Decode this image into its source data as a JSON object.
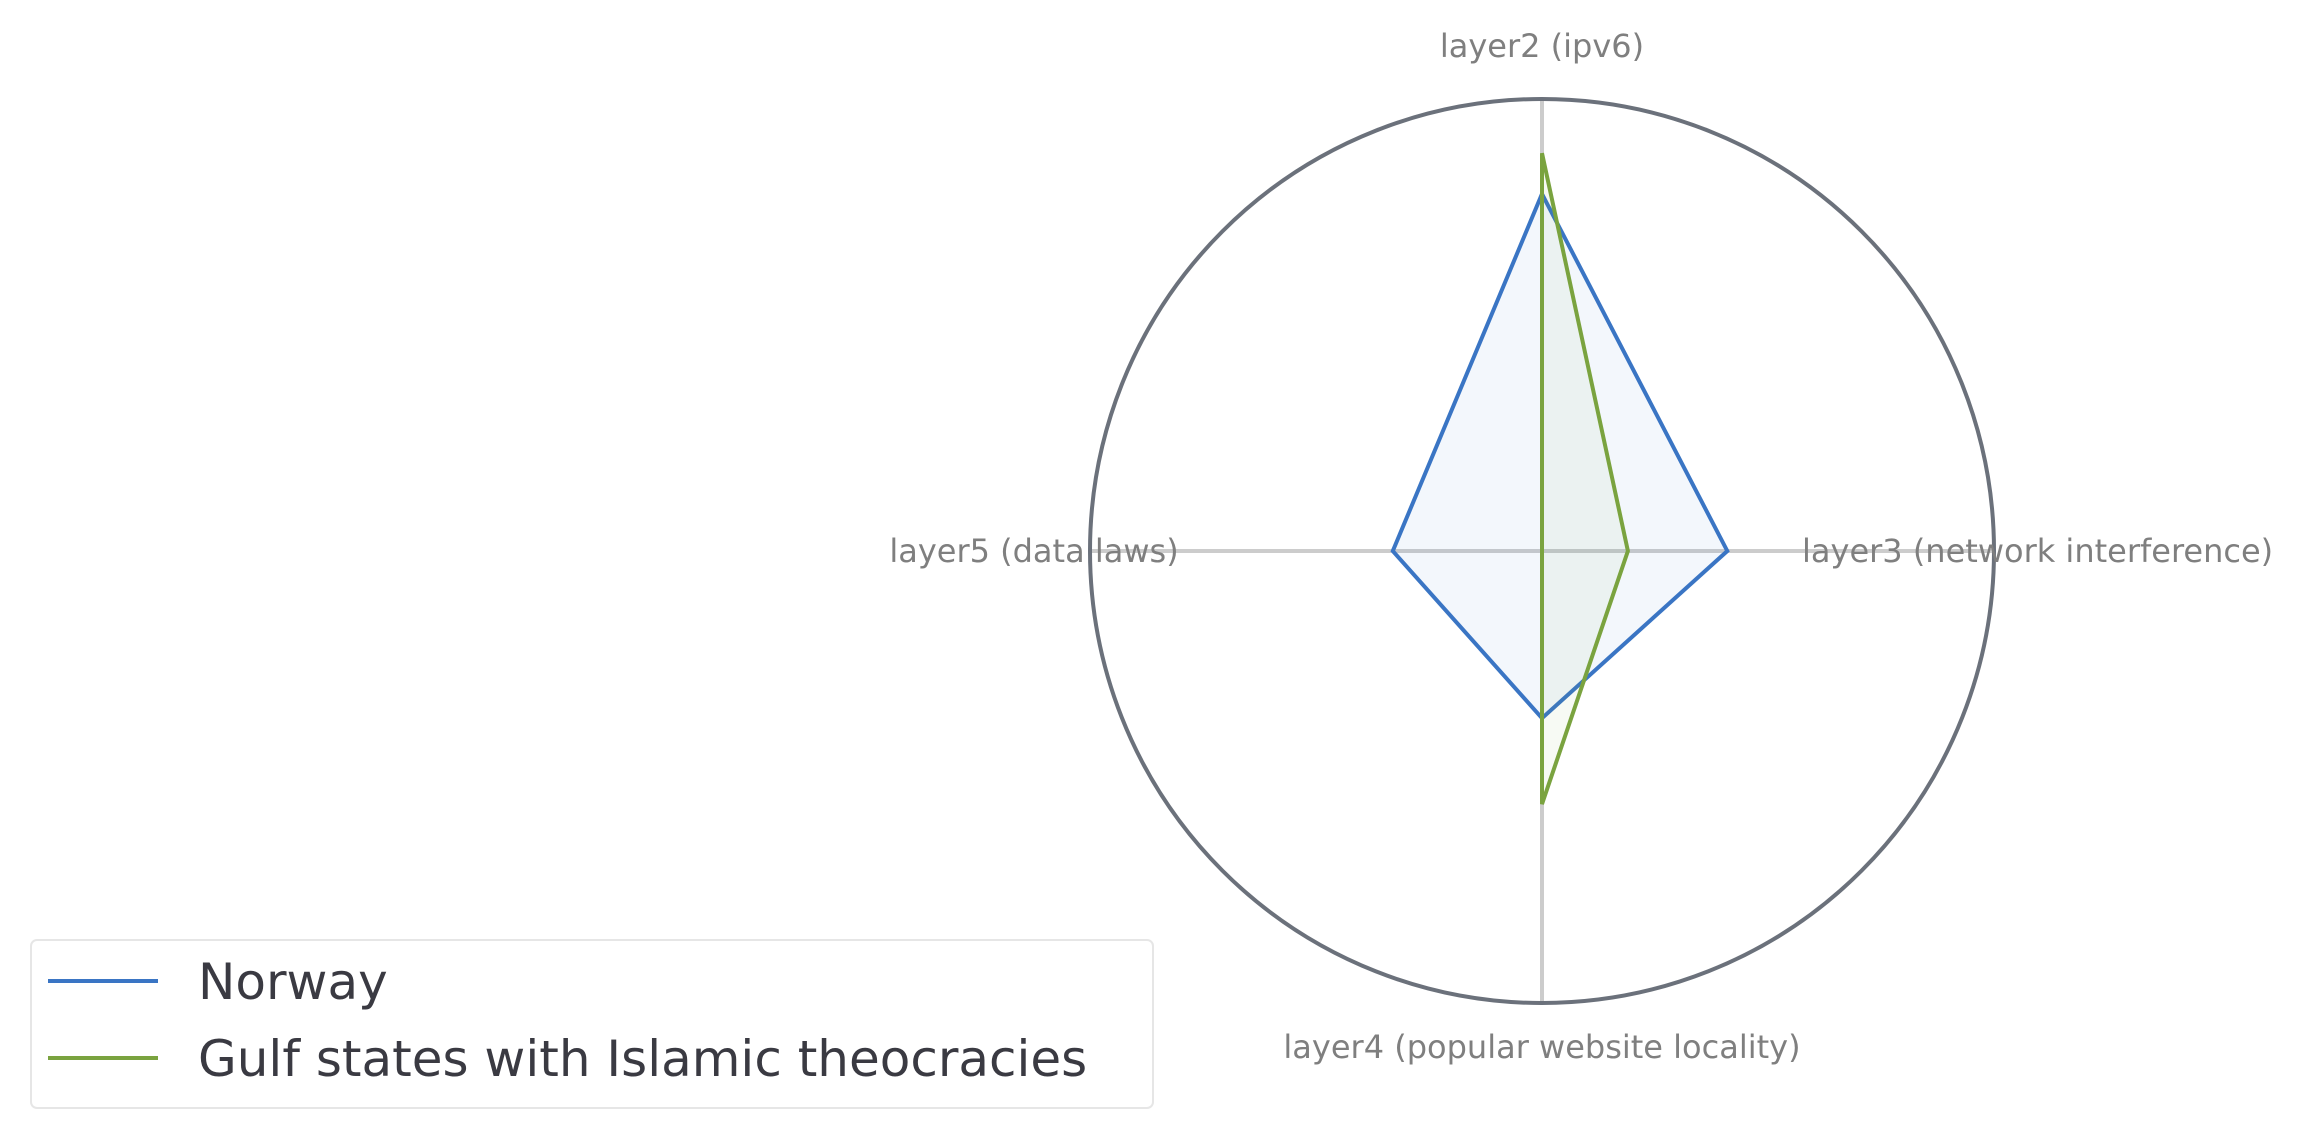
{
  "chart_data": {
    "type": "radar",
    "axes": [
      "layer2 (ipv6)",
      "layer3 (network interference)",
      "layer4 (popular website locality)",
      "layer5 (data laws)"
    ],
    "rmax": 1.0,
    "grid": false,
    "legend_position": "bottom-left",
    "series": [
      {
        "name": "Norway",
        "values": [
          0.79,
          0.41,
          0.37,
          0.33
        ],
        "color": "#3a75c4",
        "fill": true
      },
      {
        "name": "Gulf states with Islamic theocracies",
        "values": [
          0.88,
          0.19,
          0.56,
          0.0
        ],
        "color": "#7aa33f",
        "fill": true
      }
    ],
    "colors": {
      "outer_circle": "#6b717b",
      "spokes": "#cccccc",
      "axis_label": "#7f7f7f",
      "legend_text": "#3a3a42"
    }
  }
}
